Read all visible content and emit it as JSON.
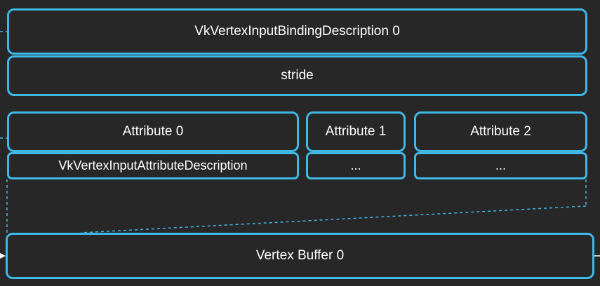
{
  "binding": {
    "title": "VkVertexInputBindingDescription 0",
    "stride_label": "stride"
  },
  "attributes": [
    {
      "label": "Attribute 0",
      "description": "VkVertexInputAttributeDescription"
    },
    {
      "label": "Attribute 1",
      "description": "..."
    },
    {
      "label": "Attribute 2",
      "description": "..."
    }
  ],
  "buffer": {
    "label": "Vertex Buffer 0"
  },
  "colors": {
    "background": "#272727",
    "accent": "#3fb8e6",
    "text": "#ffffff"
  }
}
